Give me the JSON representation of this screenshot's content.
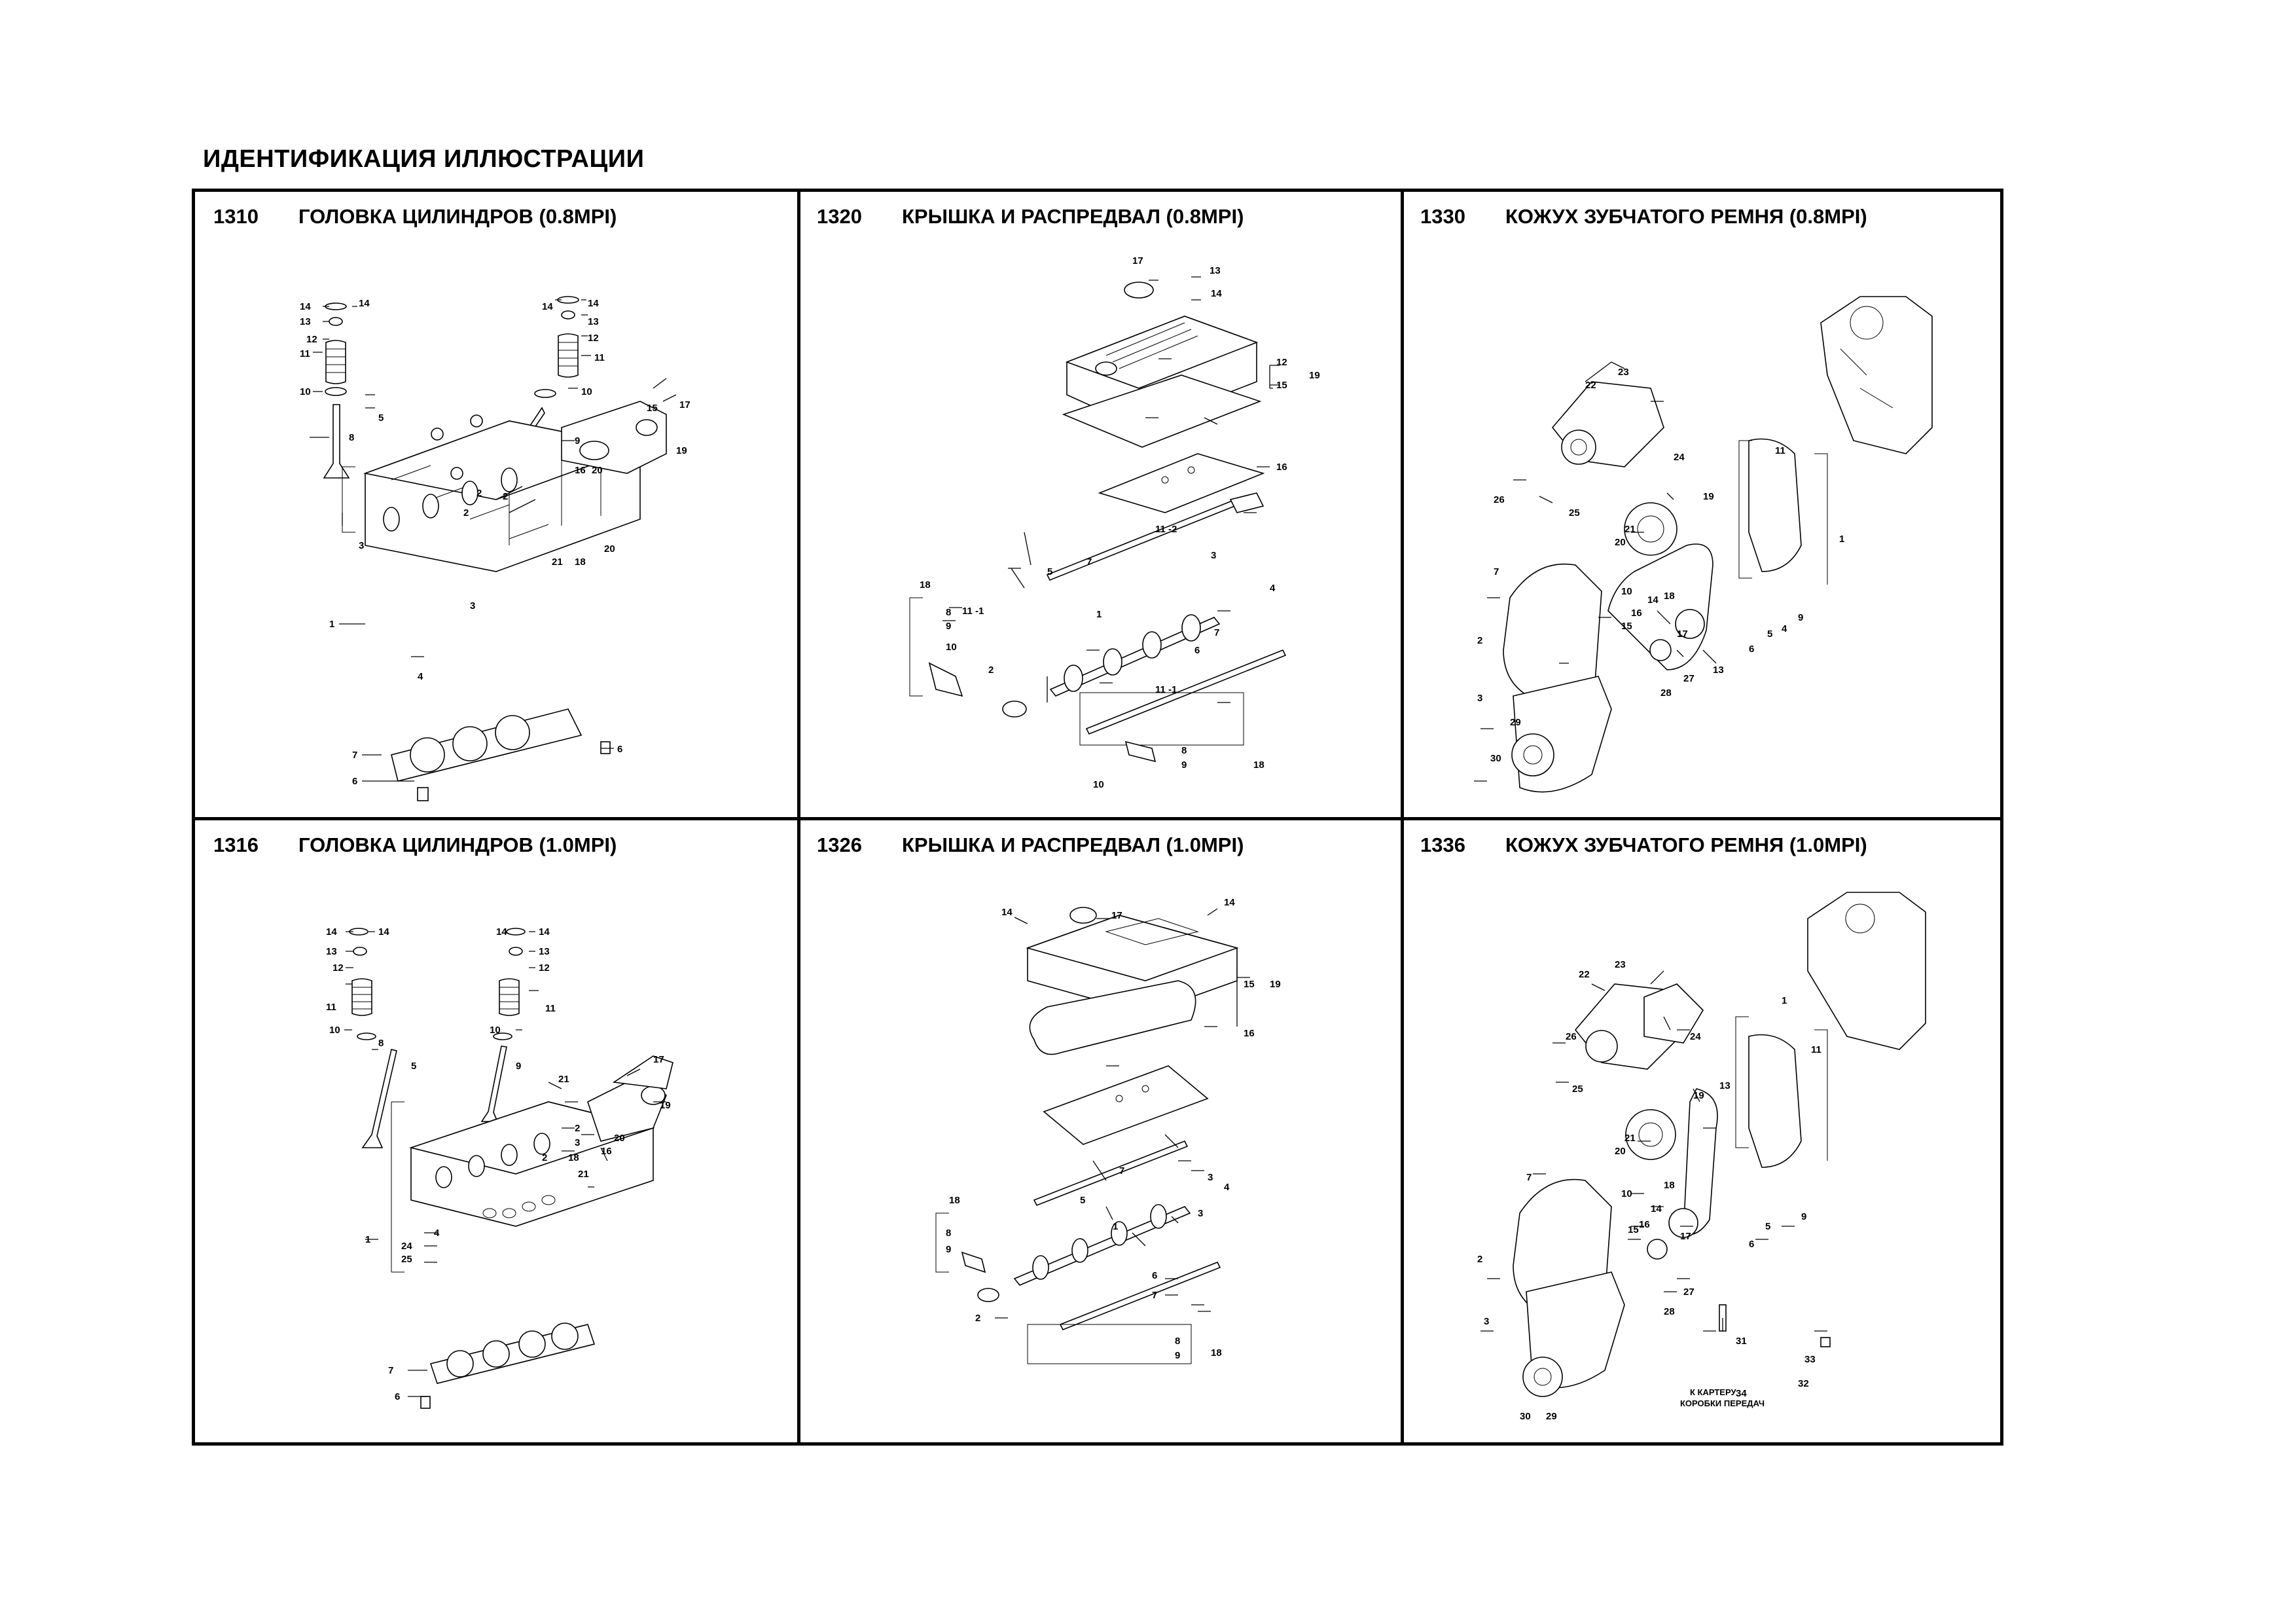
{
  "title": "ИДЕНТИФИКАЦИЯ ИЛЛЮСТРАЦИИ",
  "cells": [
    {
      "code": "1310",
      "name": "ГОЛОВКА ЦИЛИНДРОВ (0.8MPI)"
    },
    {
      "code": "1320",
      "name": "КРЫШКА И РАСПРЕДВАЛ (0.8MPI)"
    },
    {
      "code": "1330",
      "name": "КОЖУХ ЗУБЧАТОГО РЕМНЯ (0.8MPI)"
    },
    {
      "code": "1316",
      "name": "ГОЛОВКА ЦИЛИНДРОВ (1.0MPI)"
    },
    {
      "code": "1326",
      "name": "КРЫШКА И РАСПРЕДВАЛ (1.0MPI)"
    },
    {
      "code": "1336",
      "name": "КОЖУХ ЗУБЧАТОГО РЕМНЯ (1.0MPI)"
    }
  ],
  "callouts": {
    "c1310": [
      "14",
      "14",
      "13",
      "12",
      "11",
      "10",
      "8",
      "5",
      "14",
      "14",
      "13",
      "12",
      "11",
      "10",
      "9",
      "15",
      "17",
      "16",
      "20",
      "19",
      "2",
      "2",
      "2",
      "3",
      "3",
      "21",
      "18",
      "20",
      "1",
      "4",
      "7",
      "6",
      "6"
    ],
    "c1320": [
      "17",
      "13",
      "14",
      "12",
      "15",
      "19",
      "16",
      "11 -2",
      "7",
      "3",
      "4",
      "18",
      "8",
      "9",
      "5",
      "11 -1",
      "1",
      "10",
      "7",
      "2",
      "6",
      "11 -1",
      "8",
      "9",
      "10",
      "18"
    ],
    "c1330": [
      "23",
      "22",
      "24",
      "26",
      "25",
      "11",
      "19",
      "21",
      "20",
      "1",
      "7",
      "10",
      "14",
      "18",
      "16",
      "15",
      "17",
      "9",
      "4",
      "5",
      "6",
      "2",
      "28",
      "27",
      "13",
      "3",
      "29",
      "30"
    ],
    "c1316": [
      "14",
      "14",
      "13",
      "12",
      "11",
      "10",
      "8",
      "5",
      "14",
      "14",
      "13",
      "12",
      "11",
      "10",
      "9",
      "17",
      "21",
      "16",
      "20",
      "19",
      "2",
      "3",
      "2",
      "18",
      "21",
      "1",
      "4",
      "24",
      "25",
      "7",
      "6"
    ],
    "c1326": [
      "17",
      "14",
      "14",
      "15",
      "19",
      "16",
      "7",
      "18",
      "5",
      "3",
      "4",
      "8",
      "9",
      "1",
      "3",
      "2",
      "6",
      "7",
      "8",
      "9",
      "18"
    ],
    "c1336": [
      "23",
      "22",
      "24",
      "26",
      "25",
      "1",
      "11",
      "19",
      "13",
      "21",
      "20",
      "7",
      "18",
      "10",
      "14",
      "16",
      "15",
      "17",
      "9",
      "5",
      "6",
      "2",
      "28",
      "27",
      "3",
      "31",
      "33",
      "32",
      "34",
      "30",
      "29"
    ]
  },
  "notes": {
    "c1336_note": "К КАРТЕРУ\nКОРОБКИ ПЕРЕДАЧ"
  }
}
